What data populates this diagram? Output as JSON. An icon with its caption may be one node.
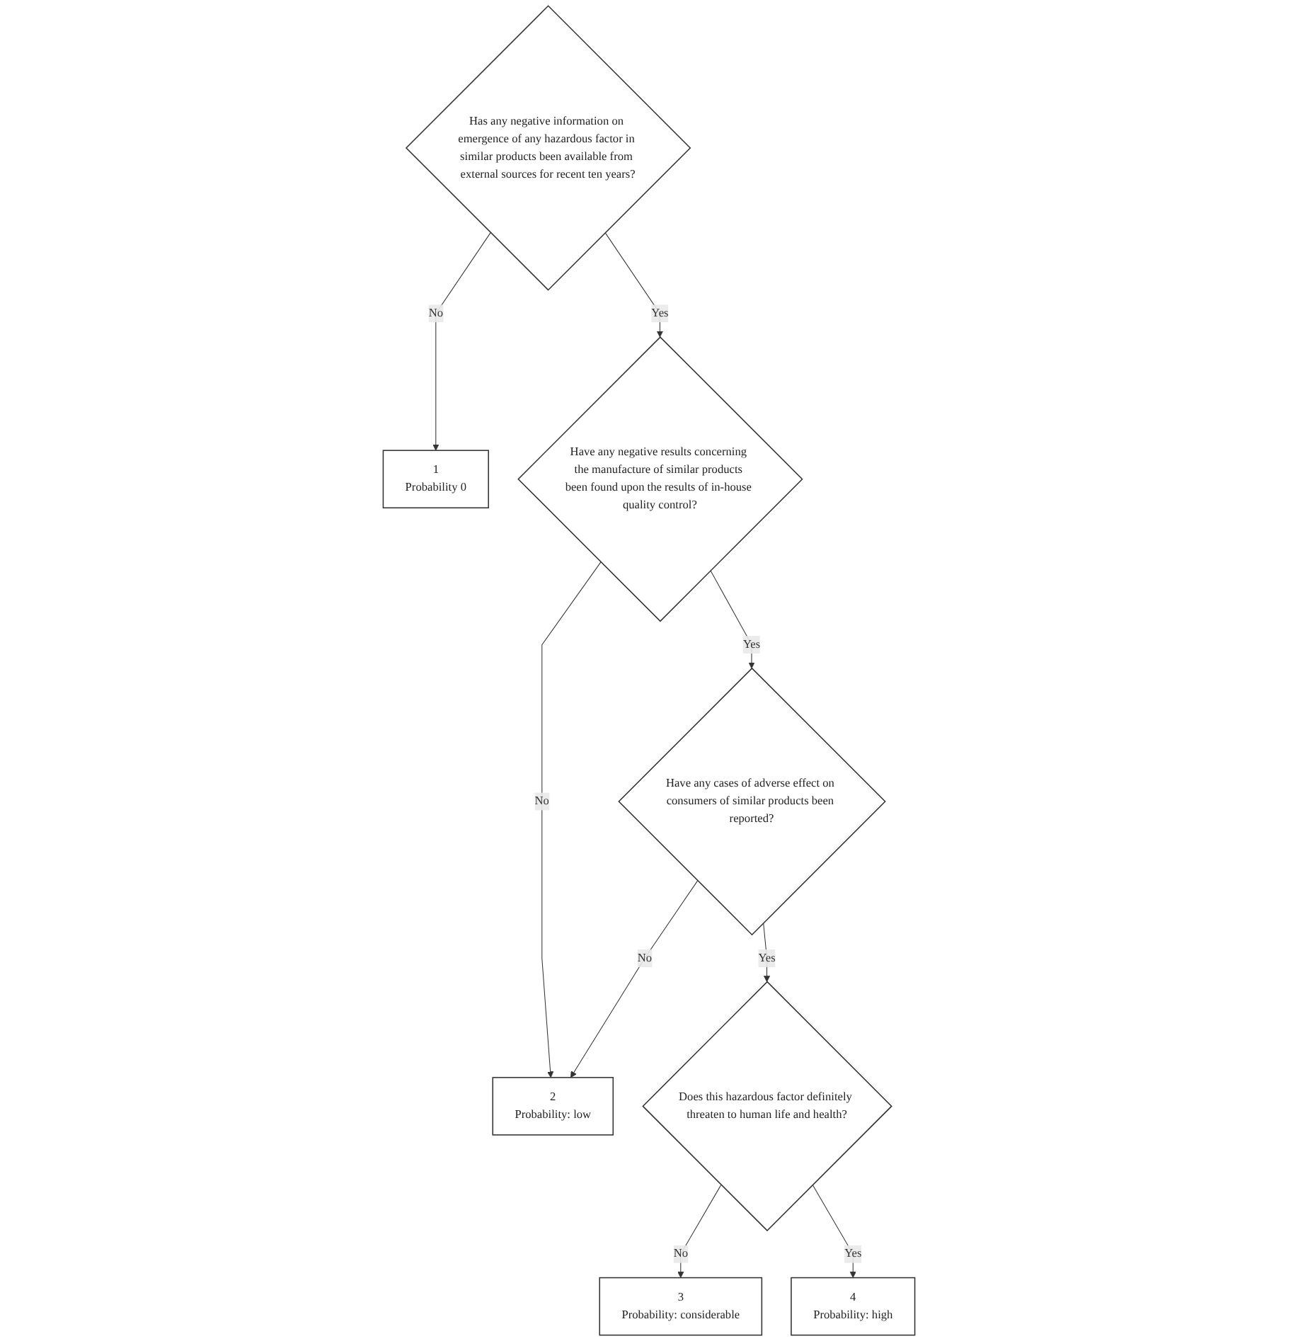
{
  "diagram": {
    "nodes": [
      {
        "text": [
          "Has any negative information on emergence of any hazardous factor in similar products been available from external sources for recent ten years?"
        ]
      },
      {
        "text": [
          "1",
          "Probability 0"
        ]
      },
      {
        "text": [
          "Have any negative results concerning the manufacture of similar products been found upon the results of in-house quality control?"
        ]
      },
      {
        "text": [
          "2",
          "Probability: low"
        ]
      },
      {
        "text": [
          "Have any cases of adverse effect on consumers of similar products been reported?"
        ]
      },
      {
        "text": [
          "Does this hazardous factor definitely threaten to human life and health?"
        ]
      },
      {
        "text": [
          "3",
          "Probability: considerable"
        ]
      },
      {
        "text": [
          "4",
          "Probability: high"
        ]
      }
    ],
    "edges": [
      {
        "from": 0,
        "to": 1,
        "label": "No",
        "arrow": "to"
      },
      {
        "from": 0,
        "to": 2,
        "label": "Yes",
        "arrow": "to"
      },
      {
        "from": 2,
        "to": 3,
        "label": "No",
        "arrow": "to"
      },
      {
        "from": 2,
        "to": 4,
        "label": "Yes",
        "arrow": "to"
      },
      {
        "from": 4,
        "to": 3,
        "label": "No",
        "arrow": "to"
      },
      {
        "from": 4,
        "to": 5,
        "label": "Yes",
        "arrow": "to"
      },
      {
        "from": 5,
        "to": 6,
        "label": "No",
        "arrow": "to"
      },
      {
        "from": 5,
        "to": 7,
        "label": "Yes",
        "arrow": "to"
      }
    ]
  }
}
